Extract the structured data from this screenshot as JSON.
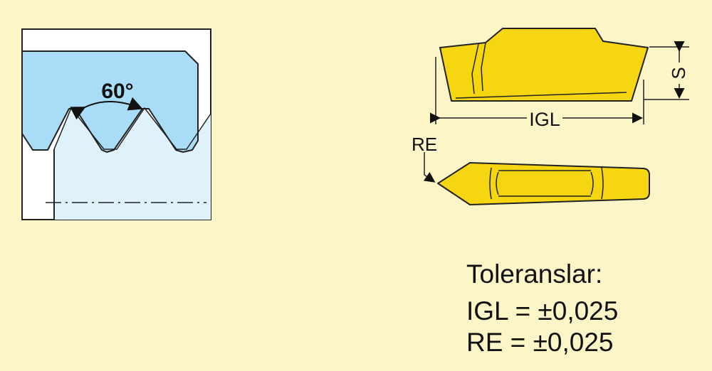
{
  "thread_profile": {
    "angle_label": "60°"
  },
  "insert_top_view": {
    "dim_thickness_label": "S",
    "dim_length_label": "IGL"
  },
  "insert_side_view": {
    "radius_label": "RE"
  },
  "tolerances": {
    "heading": "Toleranslar:",
    "lines": [
      "IGL = ±0,025",
      "RE = ±0,025"
    ]
  },
  "colors": {
    "background": "#fbf5c8",
    "thread_fill": "#a9dcf6",
    "workpiece_fill": "#dff1fb",
    "insert_fill": "#f6d511",
    "outline": "#222222"
  }
}
